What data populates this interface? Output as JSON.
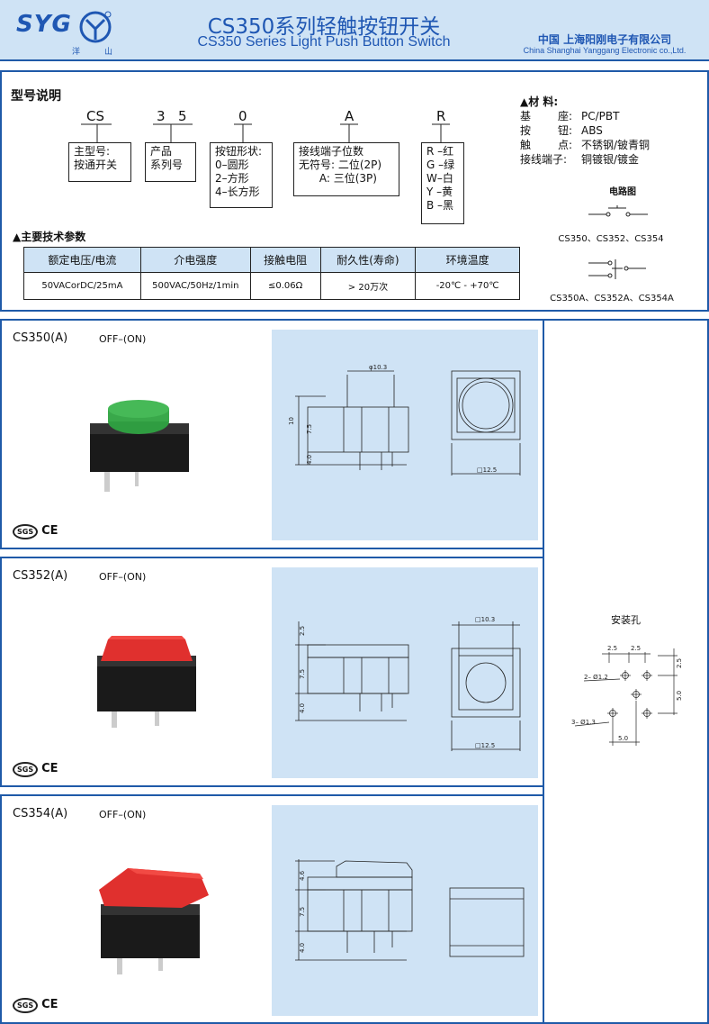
{
  "header": {
    "logo_text": "SYG",
    "logo_sub1": "洋",
    "logo_sub2": "山",
    "title_cn": "CS350系列轻触按钮开关",
    "title_en": "CS350 Series Light Push Button Switch",
    "company_cn": "中国 上海阳刚电子有限公司",
    "company_en": "China Shanghai Yanggang Electronic co.,Ltd."
  },
  "model": {
    "heading": "型号说明",
    "codes": [
      "CS",
      "3",
      "5",
      "0",
      "A",
      "R"
    ],
    "boxes": [
      "主型号:\n按通开关",
      "产品\n系列号",
      "按钮形状:\n0–圆形\n2–方形\n4–长方形",
      "接线端子位数\n无符号: 二位(2P)\n      A: 三位(3P)",
      "R –红\nG –绿\nW–白\nY –黄\nB –黑"
    ]
  },
  "materials": {
    "heading": "▲材 料:",
    "items": [
      {
        "k": "基",
        "k2": "座:",
        "v": "PC/PBT"
      },
      {
        "k": "按",
        "k2": "钮:",
        "v": "ABS"
      },
      {
        "k": "触",
        "k2": "点:",
        "v": "不锈钢/铍青铜"
      },
      {
        "k": "接线端子:",
        "k2": "",
        "v": "铜镀银/镀金"
      }
    ],
    "circuit_heading": "电路图",
    "circuit1_label": "CS350、CS352、CS354",
    "circuit2_label": "CS350A、CS352A、CS354A"
  },
  "specs": {
    "heading": "▲主要技术参数",
    "headers": [
      "额定电压/电流",
      "介电强度",
      "接触电阻",
      "耐久性(寿命)",
      "环境温度"
    ],
    "values": [
      "50VACorDC/25mA",
      "500VAC/50Hz/1min",
      "≤0.06Ω",
      "> 20万次",
      "-20℃ - +70℃"
    ]
  },
  "products": [
    {
      "name": "CS350(A)",
      "mode": "OFF–(ON)",
      "color": "#3aa64a",
      "dims": [
        "φ10.3",
        "10",
        "7.5",
        "4.0",
        "□12.5"
      ]
    },
    {
      "name": "CS352(A)",
      "mode": "OFF–(ON)",
      "color": "#e8302f",
      "dims": [
        "2.5",
        "7.5",
        "4.0",
        "□10.3",
        "□12.5"
      ]
    },
    {
      "name": "CS354(A)",
      "mode": "OFF–(ON)",
      "color": "#e8302f",
      "dims": [
        "4.6",
        "7.5",
        "4.0"
      ]
    }
  ],
  "certs": [
    "SGS",
    "CE"
  ],
  "mount": {
    "heading": "安装孔",
    "dims": [
      "2.5",
      "2.5",
      "2.5",
      "5.0",
      "5.0",
      "2– Ø1.2",
      "3– Ø1.3"
    ]
  }
}
